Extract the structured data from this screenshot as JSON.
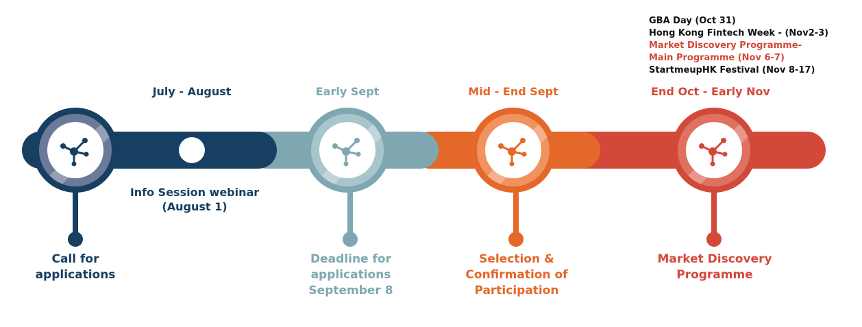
{
  "events": {
    "gba_day": "GBA Day (Oct 31)",
    "fintech_week": "Hong Kong Fintech Week - (Nov2-3)",
    "market_discovery_line1": "Market Discovery Programme-",
    "market_discovery_line2": "Main Programme (Nov 6-7)",
    "startmeup": "StartmeupHK Festival (Nov 8-17)"
  },
  "phases": {
    "july_august": "July  - August",
    "early_sept": "Early Sept",
    "mid_end_sept": "Mid - End Sept",
    "end_oct_early_nov": "End Oct - Early Nov"
  },
  "milestones": {
    "call": {
      "line1": "Call for",
      "line2": "applications"
    },
    "webinar": {
      "line1": "Info Session webinar",
      "line2": "(August 1)"
    },
    "deadline": {
      "line1": "Deadline for",
      "line2": "applications",
      "line3": "September 8"
    },
    "selection": {
      "line1": "Selection &",
      "line2": "Confirmation of",
      "line3": "Participation"
    },
    "market": {
      "line1": "Market Discovery",
      "line2": "Programme"
    }
  },
  "colors": {
    "navy": "#173f62",
    "teal": "#7ea7b2",
    "orange": "#e4682a",
    "red": "#d2493a",
    "navy_ring": "#6c7a99",
    "teal_ring": "#a9c5cc",
    "orange_ring": "#f0935f",
    "red_ring": "#e0705f",
    "black": "#111111"
  },
  "icons": {
    "node": "network-node-icon"
  }
}
